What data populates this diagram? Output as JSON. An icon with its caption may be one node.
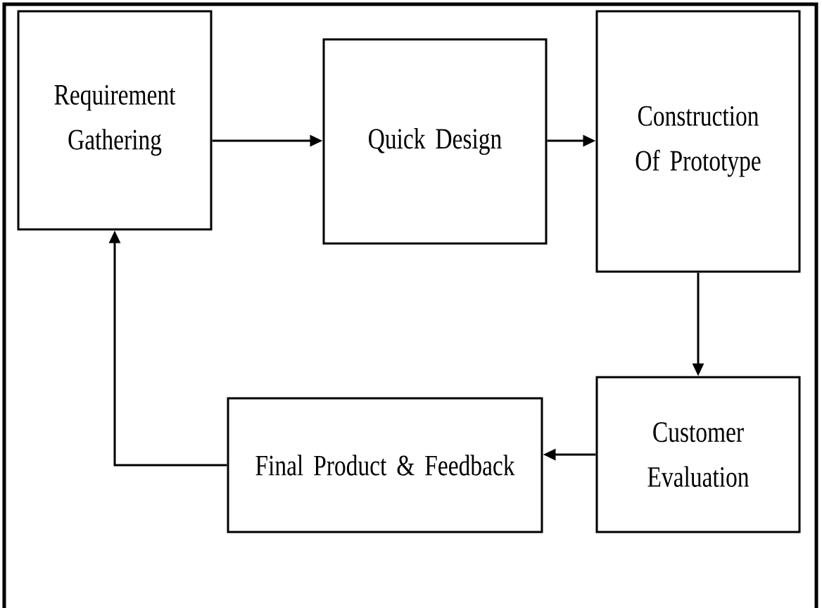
{
  "diagram": {
    "nodes": [
      {
        "text": [
          "Requirement Gathering"
        ]
      },
      {
        "text": [
          "Quick Design"
        ]
      },
      {
        "text": [
          "Construction Of Prototype"
        ]
      },
      {
        "text": [
          "Customer Evaluation"
        ]
      },
      {
        "text": [
          "Final Product & Feedback"
        ]
      }
    ],
    "edges": [
      {
        "from": 0,
        "to": 1,
        "arrow": "to"
      },
      {
        "from": 1,
        "to": 2,
        "arrow": "to"
      },
      {
        "from": 2,
        "to": 3,
        "arrow": "to"
      },
      {
        "from": 3,
        "to": 4,
        "arrow": "to"
      },
      {
        "from": 4,
        "to": 0,
        "arrow": "to"
      }
    ]
  }
}
